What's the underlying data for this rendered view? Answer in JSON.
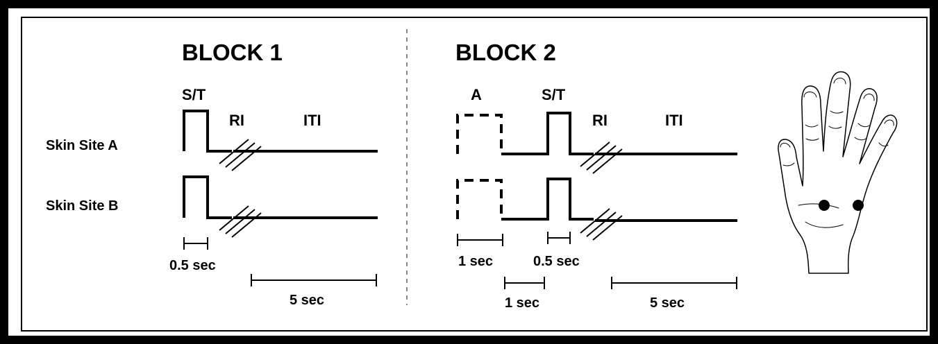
{
  "block1": {
    "title": "BLOCK 1",
    "label_st": "S/T",
    "label_ri": "RI",
    "label_iti": "ITI",
    "site_a": "Skin Site A",
    "site_b": "Skin Site B",
    "scale_short": "0.5 sec",
    "scale_long": "5 sec"
  },
  "block2": {
    "title": "BLOCK 2",
    "label_a": "A",
    "label_st": "S/T",
    "label_ri": "RI",
    "label_iti": "ITI",
    "scale_a": "1 sec",
    "scale_st": "0.5 sec",
    "scale_gap": "1 sec",
    "scale_long": "5 sec"
  }
}
